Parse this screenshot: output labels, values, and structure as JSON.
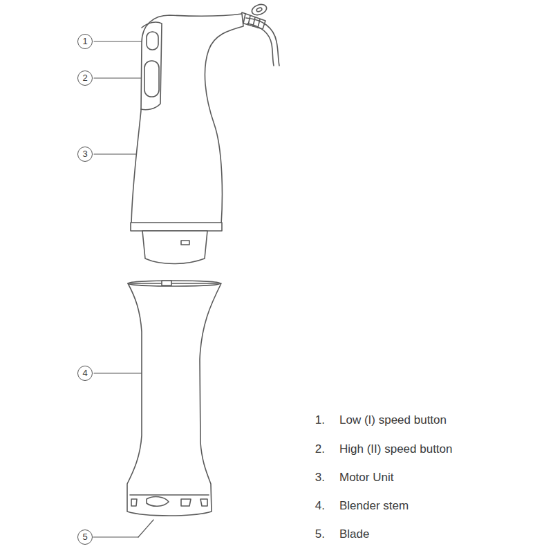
{
  "diagram": {
    "labels": [
      "1",
      "2",
      "3",
      "4",
      "5",
      "1.",
      "Low (I) speed button",
      "2.",
      "High (II) speed button",
      "3.",
      "Motor Unit",
      "4.",
      "Blender stem",
      "5.",
      "Blade"
    ]
  }
}
